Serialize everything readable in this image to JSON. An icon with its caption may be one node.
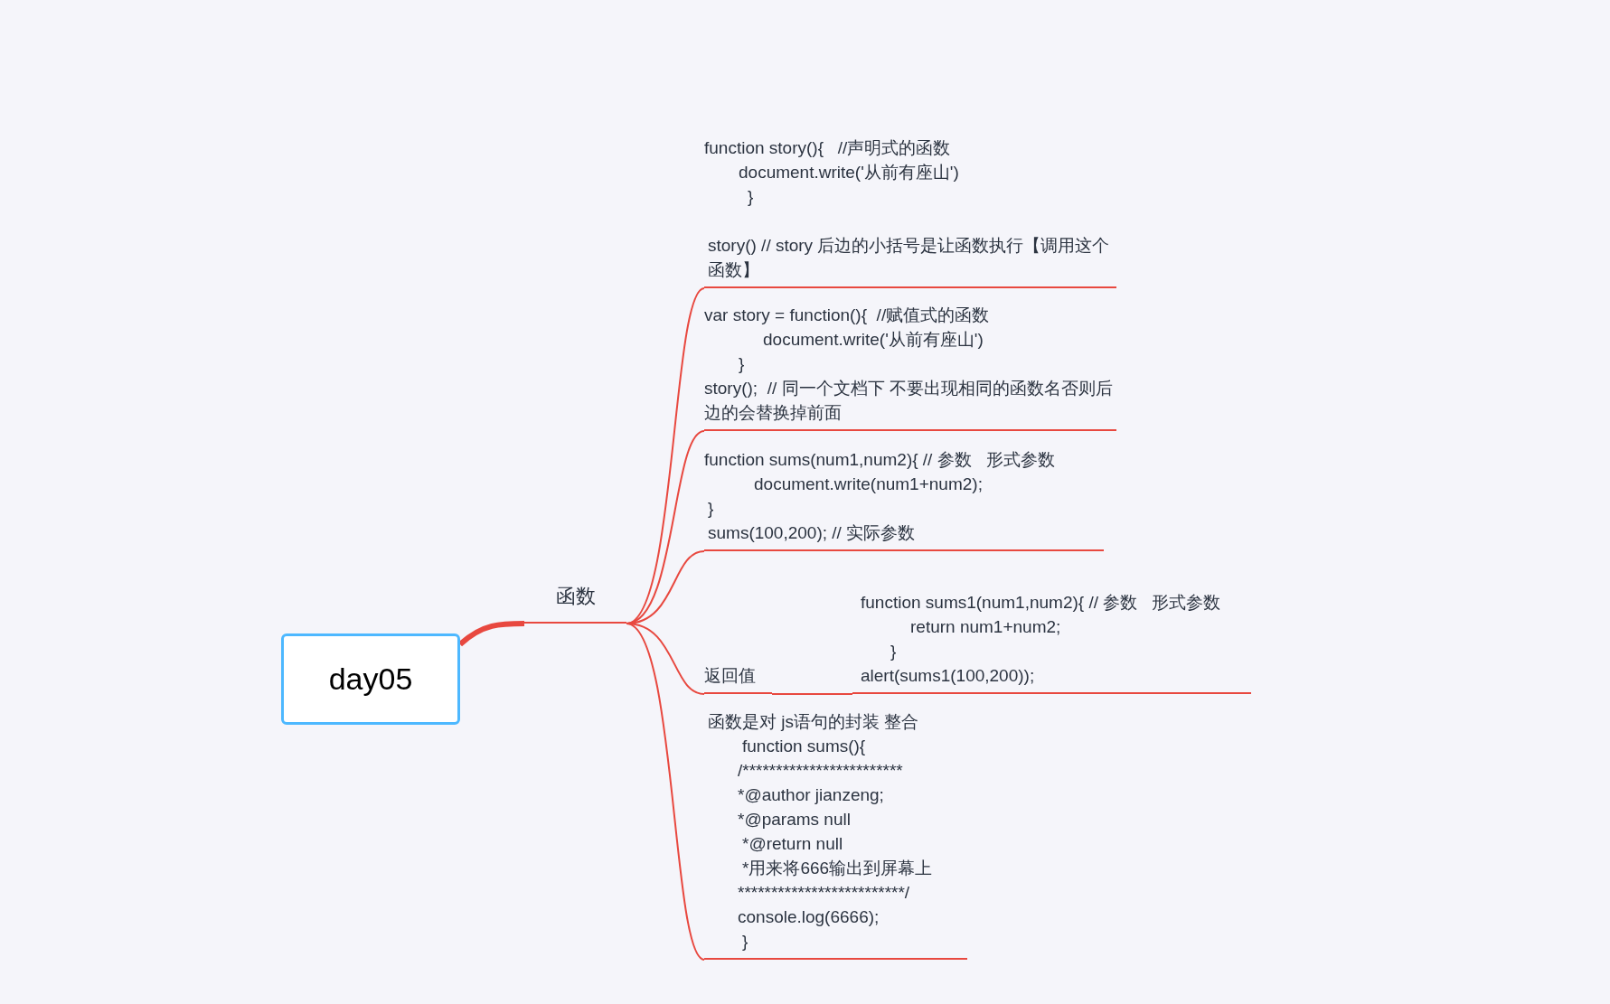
{
  "diagram": {
    "nodes": [
      {
        "text": [
          "day05"
        ]
      },
      {
        "text": [
          "函数"
        ]
      },
      {
        "text": [
          "function story(){   //声明式的函数",
          "document.write('从前有座山')",
          "}",
          "story() // story 后边的小括号是让函数执行【调用这个函数】"
        ]
      },
      {
        "text": [
          "var story = function(){  //赋值式的函数",
          "document.write('从前有座山')",
          "}",
          "story();  // 同一个文档下 不要出现相同的函数名否则后边的会替换掉前面"
        ]
      },
      {
        "text": [
          "function sums(num1,num2){ // 参数   形式参数",
          "document.write(num1+num2);",
          "}",
          "sums(100,200); // 实际参数"
        ]
      },
      {
        "text": [
          "返回值"
        ]
      },
      {
        "text": [
          "function sums1(num1,num2){ // 参数   形式参数",
          "return num1+num2;",
          "}",
          "alert(sums1(100,200));"
        ]
      },
      {
        "text": [
          "函数是对 js语句的封装 整合",
          "function sums(){",
          "/************************",
          "*@author jianzeng;",
          "*@params null",
          "*@return null",
          "*用来将666输出到屏幕上",
          "*************************/",
          "console.log(6666);",
          "}"
        ]
      }
    ],
    "edges": [
      {
        "from": 0,
        "to": 1,
        "arrow": "none",
        "style": "thick"
      },
      {
        "from": 1,
        "to": 2,
        "arrow": "none"
      },
      {
        "from": 1,
        "to": 3,
        "arrow": "none"
      },
      {
        "from": 1,
        "to": 4,
        "arrow": "none"
      },
      {
        "from": 1,
        "to": 5,
        "arrow": "none"
      },
      {
        "from": 1,
        "to": 7,
        "arrow": "none"
      },
      {
        "from": 5,
        "to": 6,
        "arrow": "none"
      }
    ]
  }
}
